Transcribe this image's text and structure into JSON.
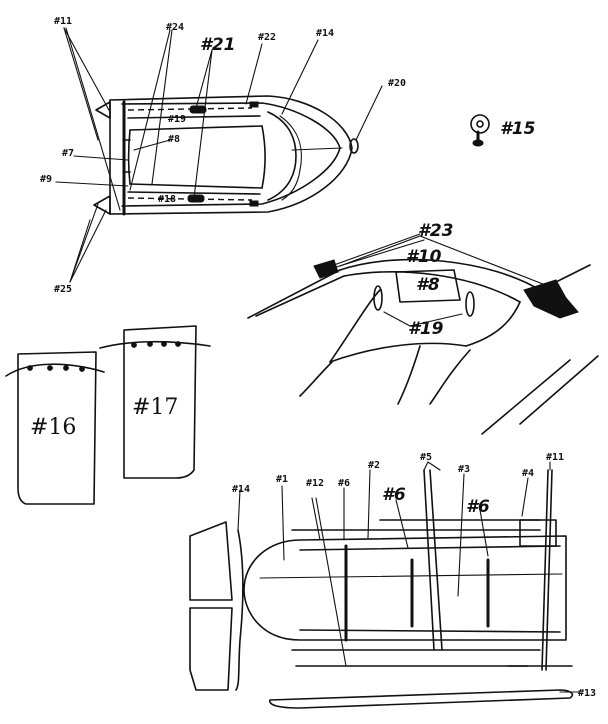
{
  "labels": {
    "n1": "#1",
    "n2": "#2",
    "n3": "#3",
    "n4": "#4",
    "n5": "#5",
    "n6": "#6",
    "n7": "#7",
    "n8": "#8",
    "n9": "#9",
    "n10": "#10",
    "n11": "#11",
    "n12": "#12",
    "n13": "#13",
    "n14": "#14",
    "n15": "#15",
    "n16": "#16",
    "n17": "#17",
    "n18": "#18",
    "n19": "#19",
    "n20": "#20",
    "n21": "#21",
    "n22": "#22",
    "n23": "#23",
    "n24": "#24",
    "n25": "#25"
  }
}
